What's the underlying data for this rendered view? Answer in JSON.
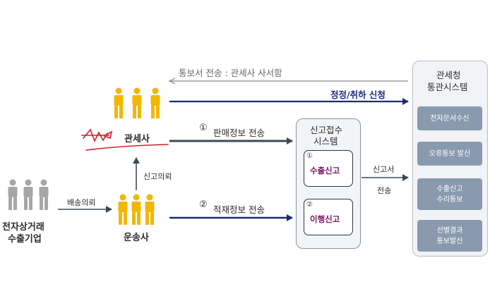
{
  "top_arrow_label": "통보서 전송 :  관세사 사서함",
  "correction_label": "정정/취하 신청",
  "exporter": {
    "line1": "전자상거래",
    "line2": "수출기업"
  },
  "shipping_request": "배송의뢰",
  "carrier": "운송사",
  "declaration_request": "신고의뢰",
  "customs_broker": "관세사",
  "step1": {
    "number": "①",
    "label": "판매정보 전송"
  },
  "step2": {
    "number": "②",
    "label": "적재정보 전송"
  },
  "reception": {
    "title_line1": "신고접수",
    "title_line2": "시스템",
    "box1_number": "①",
    "box1_label": "수출신고",
    "box2_number": "②",
    "box2_label": "이행신고"
  },
  "declaration_transfer": {
    "line1": "신고서",
    "line2": "전송"
  },
  "customs_system": {
    "title_line1": "관세청",
    "title_line2": "통관시스템",
    "items": [
      {
        "line1": "전자문서수신",
        "line2": ""
      },
      {
        "line1": "오류통보 발신",
        "line2": ""
      },
      {
        "line1": "수출신고",
        "line2": "수리통보"
      },
      {
        "line1": "선별결과",
        "line2": "통보발신"
      }
    ]
  },
  "colors": {
    "person_gold": "#f2b705",
    "person_gray": "#a6a6a6",
    "arrow_navy": "#1c2b7a",
    "arrow_dark": "#3d4a55",
    "arrow_gray": "#9a9a9a",
    "system_item": "#8a9aae",
    "inbox_text": "#7a1460",
    "scribble_red": "#d81e2c"
  }
}
